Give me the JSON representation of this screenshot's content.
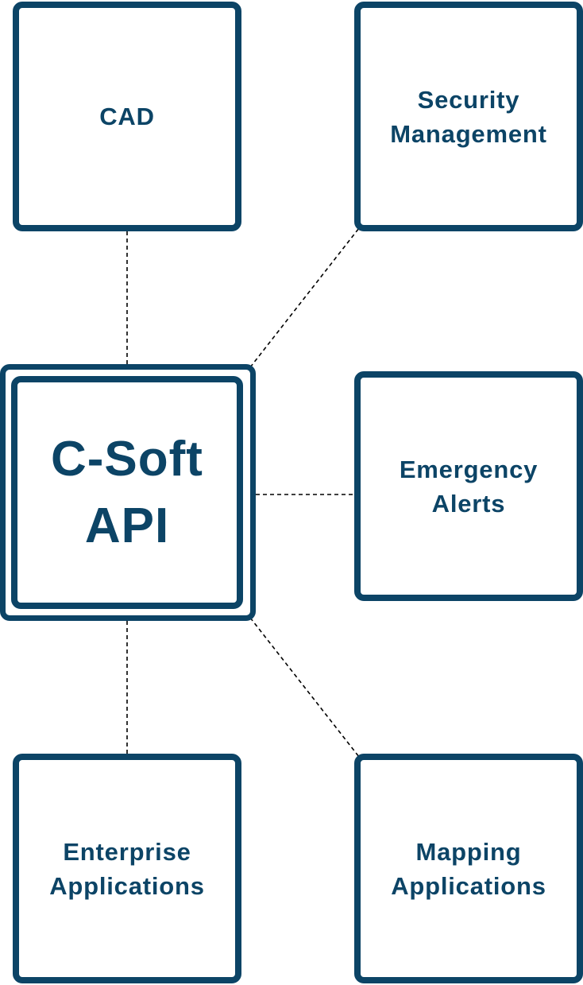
{
  "diagram": {
    "hub": {
      "lines": [
        "C-Soft",
        "API"
      ]
    },
    "nodes": {
      "cad": {
        "lines": [
          "CAD"
        ]
      },
      "security": {
        "lines": [
          "Security",
          "Management"
        ]
      },
      "alerts": {
        "lines": [
          "Emergency",
          "Alerts"
        ]
      },
      "enterprise": {
        "lines": [
          "Enterprise",
          "Applications"
        ]
      },
      "mapping": {
        "lines": [
          "Mapping",
          "Applications"
        ]
      }
    },
    "colors": {
      "primary": "#0c4466",
      "connector": "#000000",
      "background": "#ffffff"
    }
  }
}
